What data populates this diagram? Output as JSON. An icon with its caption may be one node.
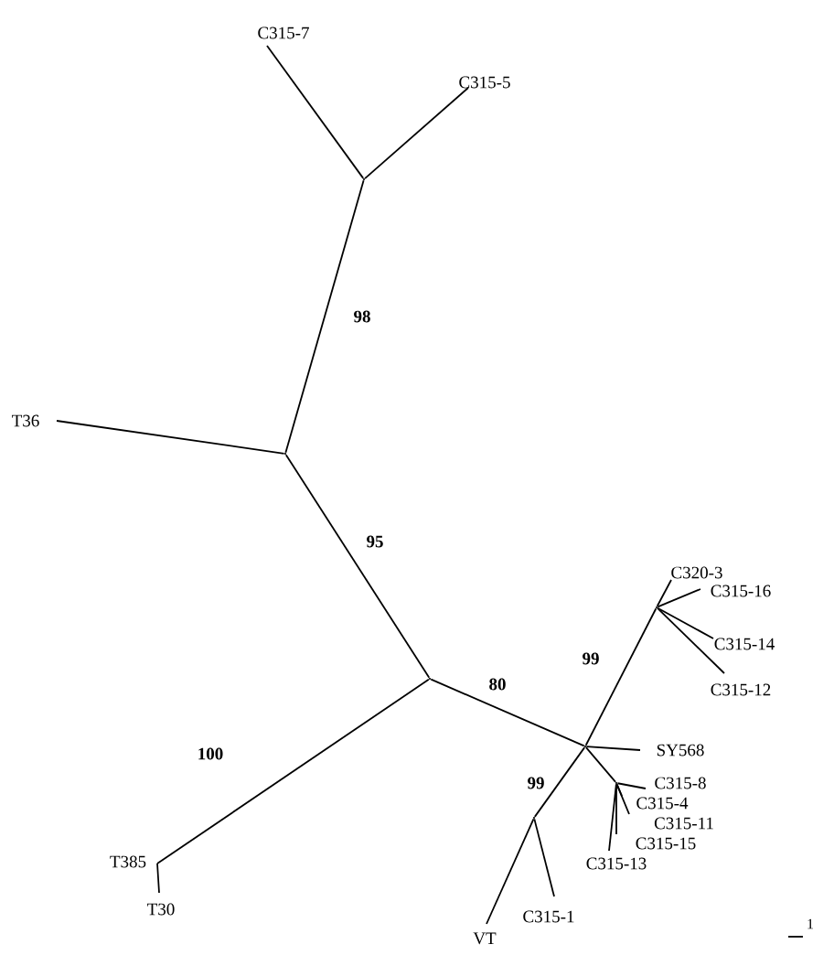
{
  "diagram": {
    "nodes": [
      {
        "text": [
          "C315-7"
        ]
      },
      {
        "text": [
          "C315-5"
        ]
      },
      {
        "text": [],
        "shape": "dot"
      },
      {
        "text": [
          "T36"
        ]
      },
      {
        "text": [],
        "shape": "dot"
      },
      {
        "text": [],
        "shape": "dot"
      },
      {
        "text": [
          "C320-3"
        ]
      },
      {
        "text": [
          "C315-16"
        ]
      },
      {
        "text": [],
        "shape": "dot"
      },
      {
        "text": [
          "C315-14"
        ]
      },
      {
        "text": [
          "C315-12"
        ]
      },
      {
        "text": [],
        "shape": "dot"
      },
      {
        "text": [
          "SY568"
        ]
      },
      {
        "text": [],
        "shape": "dot"
      },
      {
        "text": [
          "C315-8"
        ]
      },
      {
        "text": [
          "C315-4"
        ]
      },
      {
        "text": [
          "C315-11"
        ]
      },
      {
        "text": [
          "C315-15"
        ]
      },
      {
        "text": [
          "C315-13"
        ]
      },
      {
        "text": [],
        "shape": "dot"
      },
      {
        "text": [
          "C315-1"
        ]
      },
      {
        "text": [
          "VT"
        ]
      },
      {
        "text": [
          "T385"
        ]
      },
      {
        "text": [
          "T30"
        ]
      }
    ],
    "edges": [
      {
        "from": 2,
        "to": 0,
        "arrow": "none"
      },
      {
        "from": 2,
        "to": 1,
        "arrow": "none"
      },
      {
        "from": 4,
        "to": 2,
        "arrow": "none",
        "label": "98"
      },
      {
        "from": 4,
        "to": 3,
        "arrow": "none"
      },
      {
        "from": 5,
        "to": 4,
        "arrow": "none",
        "label": "95"
      },
      {
        "from": 5,
        "to": 11,
        "arrow": "none",
        "label": "80"
      },
      {
        "from": 11,
        "to": 8,
        "arrow": "none",
        "label": "99"
      },
      {
        "from": 8,
        "to": 6,
        "arrow": "none"
      },
      {
        "from": 8,
        "to": 7,
        "arrow": "none"
      },
      {
        "from": 8,
        "to": 9,
        "arrow": "none"
      },
      {
        "from": 8,
        "to": 10,
        "arrow": "none"
      },
      {
        "from": 11,
        "to": 12,
        "arrow": "none"
      },
      {
        "from": 11,
        "to": 13,
        "arrow": "none"
      },
      {
        "from": 13,
        "to": 14,
        "arrow": "none"
      },
      {
        "from": 13,
        "to": 15,
        "arrow": "none"
      },
      {
        "from": 13,
        "to": 16,
        "arrow": "none"
      },
      {
        "from": 13,
        "to": 17,
        "arrow": "none"
      },
      {
        "from": 13,
        "to": 18,
        "arrow": "none"
      },
      {
        "from": 11,
        "to": 19,
        "arrow": "none",
        "label": "99"
      },
      {
        "from": 19,
        "to": 20,
        "arrow": "none"
      },
      {
        "from": 19,
        "to": 21,
        "arrow": "none"
      },
      {
        "from": 5,
        "to": 22,
        "arrow": "none",
        "label": "100"
      },
      {
        "from": 22,
        "to": 23,
        "arrow": "none"
      }
    ],
    "labels": [
      "1"
    ]
  }
}
